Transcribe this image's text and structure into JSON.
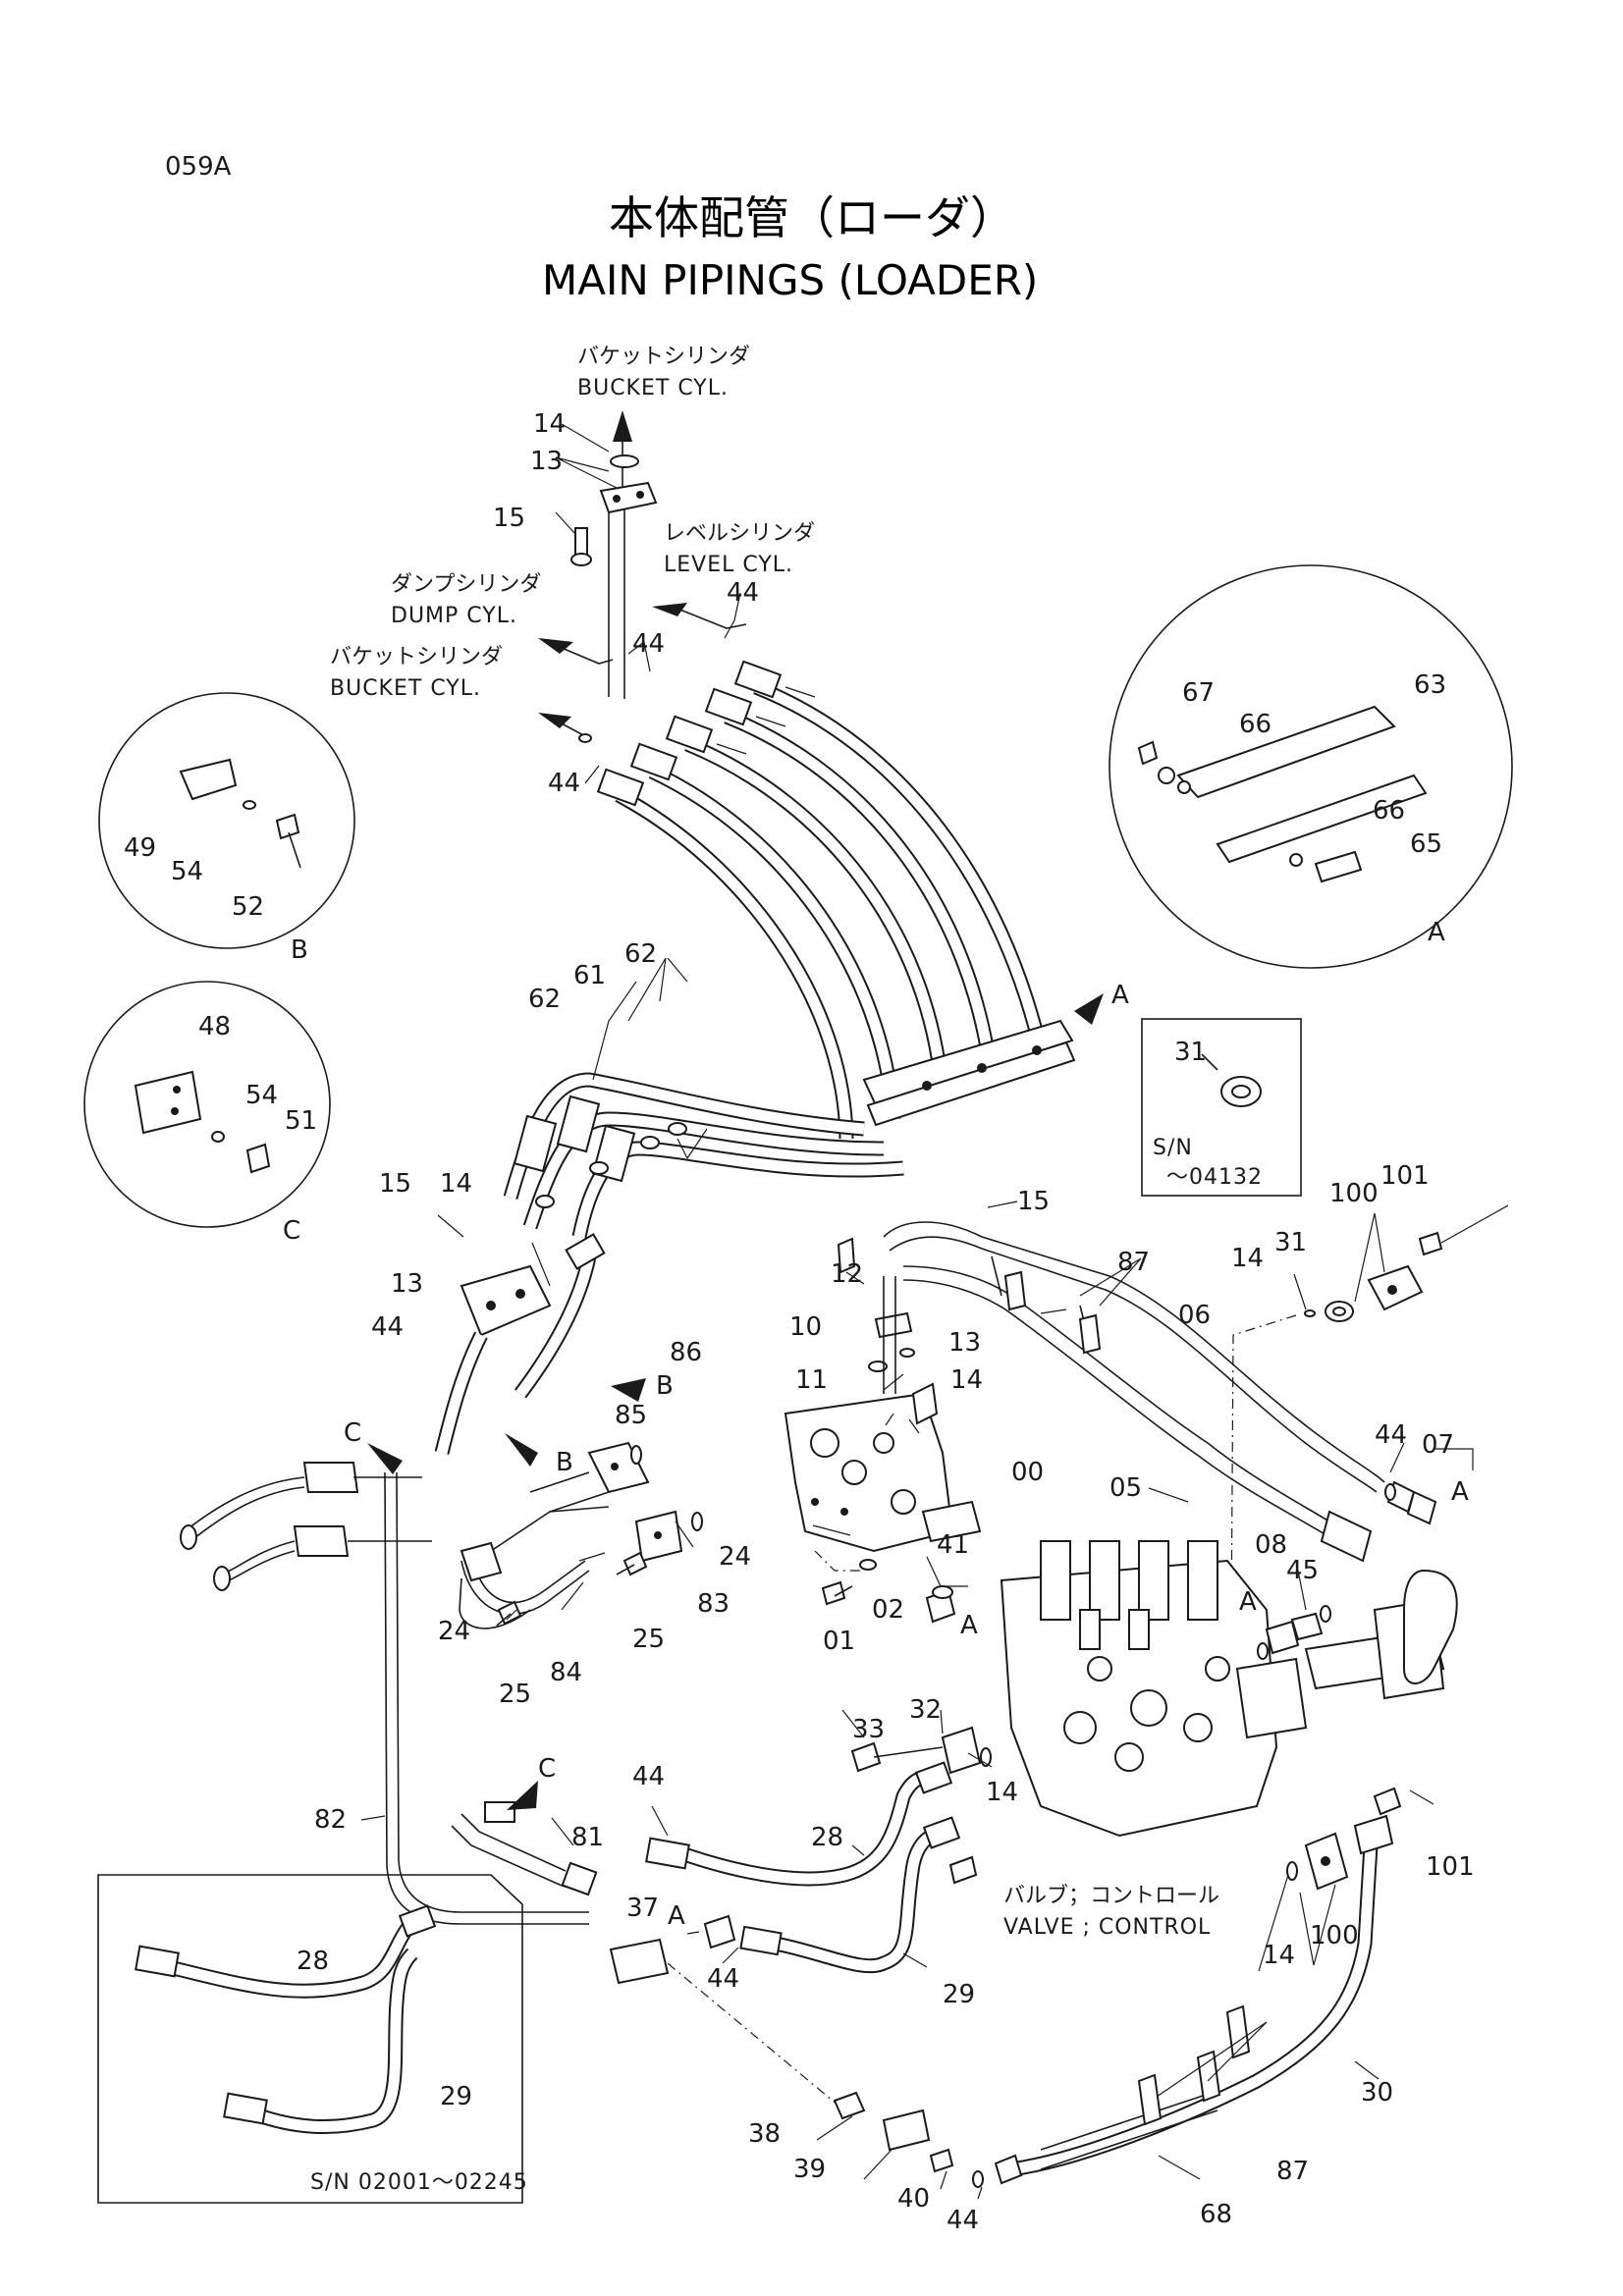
{
  "page_code": "059A",
  "title": {
    "jp": "本体配管（ローダ）",
    "en": "MAIN PIPINGS (LOADER)"
  },
  "destinations": {
    "bucket_cyl_top": {
      "jp": "バケットシリンダ",
      "en": "BUCKET CYL."
    },
    "level_cyl": {
      "jp": "レベルシリンダ",
      "en": "LEVEL CYL."
    },
    "dump_cyl": {
      "jp": "ダンプシリンダ",
      "en": "DUMP CYL."
    },
    "bucket_cyl_left": {
      "jp": "バケットシリンダ",
      "en": "BUCKET CYL."
    },
    "control_valve": {
      "jp": "バルブ；コントロール",
      "en": "VALVE ; CONTROL"
    }
  },
  "details": {
    "A": {
      "letter": "A",
      "parts": [
        "67",
        "66",
        "63",
        "66",
        "65"
      ]
    },
    "B": {
      "letter": "B",
      "parts": [
        "49",
        "54",
        "52"
      ]
    },
    "C": {
      "letter": "C",
      "parts": [
        "48",
        "54",
        "51"
      ]
    },
    "serial_box_1": {
      "part": "31",
      "sn_label": "S/N",
      "sn_range": "～04132"
    },
    "serial_box_2": {
      "parts": [
        "28",
        "29"
      ],
      "sn_range": "S/N 02001～02245"
    }
  },
  "view_arrows": [
    "A",
    "B",
    "B",
    "C",
    "C"
  ],
  "connection_marks": [
    "A",
    "A",
    "A",
    "A"
  ],
  "callouts": [
    "14",
    "13",
    "15",
    "44",
    "44",
    "44",
    "62",
    "61",
    "62",
    "14",
    "15",
    "13",
    "44",
    "86",
    "85",
    "15",
    "87",
    "12",
    "10",
    "13",
    "11",
    "14",
    "06",
    "14",
    "31",
    "100",
    "101",
    "44",
    "07",
    "05",
    "00",
    "24",
    "24",
    "25",
    "83",
    "84",
    "25",
    "02",
    "01",
    "41",
    "08",
    "45",
    "82",
    "33",
    "32",
    "14",
    "44",
    "81",
    "28",
    "37",
    "44",
    "29",
    "101",
    "100",
    "14",
    "30",
    "38",
    "39",
    "40",
    "44",
    "68",
    "87"
  ]
}
